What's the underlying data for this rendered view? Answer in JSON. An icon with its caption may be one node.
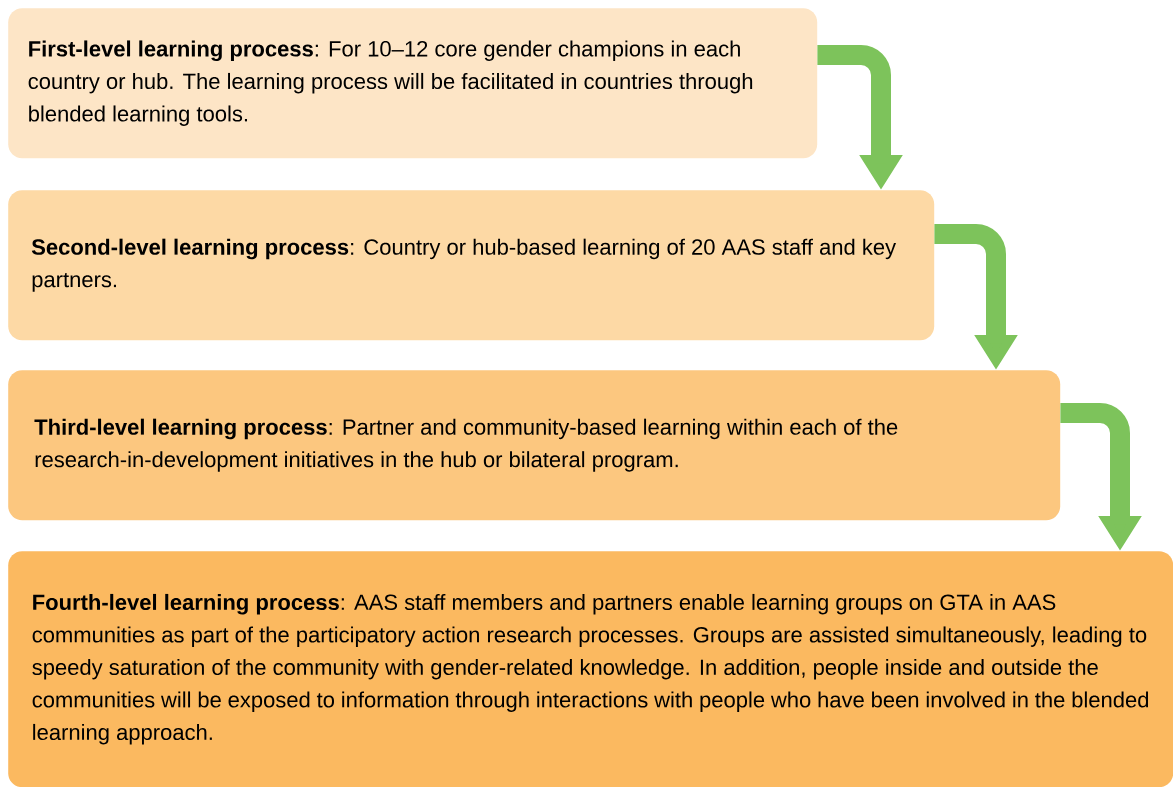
{
  "diagram": {
    "nodes": [
      {
        "text": [
          "**First-level learning process**: For 10–12 core gender champions in each country or hub. The learning process will be facilitated in countries through blended learning tools."
        ]
      },
      {
        "text": [
          "**Second-level learning process**: Country or hub-based learning of 20 AAS staff and key partners."
        ]
      },
      {
        "text": [
          "**Third-level learning process**: Partner and community-based learning within each of the research-in-development initiatives in the hub or bilateral program."
        ]
      },
      {
        "text": [
          "**Fourth-level learning process**: AAS staff members and partners enable learning groups on GTA in AAS communities as part of the participatory action research processes. Groups are assisted simultaneously, leading to speedy saturation of the community with gender-related knowledge. In addition, people inside and outside the communities will be exposed to information through interactions with people who have been involved in the blended learning approach."
        ]
      }
    ],
    "edges": [
      {
        "from": 0,
        "to": 1,
        "arrow": "to"
      },
      {
        "from": 1,
        "to": 2,
        "arrow": "to"
      },
      {
        "from": 2,
        "to": 3,
        "arrow": "to"
      }
    ]
  }
}
